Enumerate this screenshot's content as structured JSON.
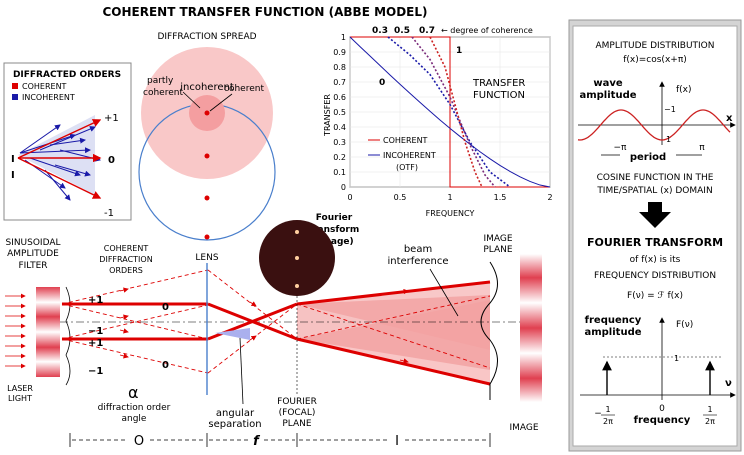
{
  "title": "COHERENT TRANSFER FUNCTION (ABBE MODEL)",
  "diffracted_orders_box": {
    "title": "DIFFRACTED ORDERS",
    "coherent": "COHERENT",
    "incoherent": "INCOHERENT",
    "plus_one": "+1",
    "zero": "0",
    "minus_one": "-1",
    "source": "I"
  },
  "diffraction_spread": {
    "title": "DIFFRACTION SPREAD",
    "incoherent": "incoherent",
    "partly": "partly",
    "coherent_word": "coherent",
    "coherent": "coherent"
  },
  "transfer_chart": {
    "ylabel": "TRANSFER",
    "xlabel": "FREQUENCY",
    "curve_labels": [
      "0.3",
      "0.5",
      "0.7"
    ],
    "degree_note": "← degree of coherence",
    "label_one": "1",
    "label_zero": "0",
    "function_title_1": "TRANSFER",
    "function_title_2": "FUNCTION",
    "legend_coherent": "COHERENT",
    "legend_incoherent": "INCOHERENT",
    "legend_otf": "(OTF)"
  },
  "chart_data": {
    "type": "line",
    "xlabel": "FREQUENCY",
    "ylabel": "TRANSFER",
    "xlim": [
      0,
      2
    ],
    "ylim": [
      0,
      1
    ],
    "x_ticks": [
      "0",
      "0.5",
      "1",
      "1.5",
      "2"
    ],
    "y_ticks": [
      "0",
      "0.1",
      "0.2",
      "0.3",
      "0.4",
      "0.5",
      "0.6",
      "0.7",
      "0.8",
      "0.9",
      "1"
    ],
    "series": [
      {
        "name": "COHERENT",
        "color": "#dd0000",
        "points": [
          [
            0,
            1
          ],
          [
            1,
            1
          ],
          [
            1,
            0
          ],
          [
            2,
            0
          ]
        ]
      },
      {
        "name": "INCOHERENT",
        "color": "#1a1aa8",
        "points": [
          [
            0,
            1
          ],
          [
            0.1,
            0.936
          ],
          [
            0.2,
            0.873
          ],
          [
            0.3,
            0.81
          ],
          [
            0.4,
            0.747
          ],
          [
            0.5,
            0.685
          ],
          [
            0.6,
            0.624
          ],
          [
            0.7,
            0.564
          ],
          [
            0.8,
            0.505
          ],
          [
            0.9,
            0.447
          ],
          [
            1.0,
            0.391
          ],
          [
            1.1,
            0.337
          ],
          [
            1.2,
            0.285
          ],
          [
            1.3,
            0.235
          ],
          [
            1.4,
            0.188
          ],
          [
            1.5,
            0.144
          ],
          [
            1.6,
            0.104
          ],
          [
            1.7,
            0.068
          ],
          [
            1.8,
            0.037
          ],
          [
            1.9,
            0.013
          ],
          [
            2.0,
            0
          ]
        ]
      },
      {
        "name": "0.3",
        "color": "#1a1aa8",
        "points": [
          [
            0.38,
            1
          ],
          [
            0.6,
            0.88
          ],
          [
            0.8,
            0.75
          ],
          [
            1.0,
            0.55
          ],
          [
            1.2,
            0.3
          ],
          [
            1.4,
            0.1
          ],
          [
            1.6,
            0
          ]
        ]
      },
      {
        "name": "0.5",
        "color": "#7a2a7a",
        "points": [
          [
            0.62,
            1
          ],
          [
            0.8,
            0.85
          ],
          [
            1.0,
            0.6
          ],
          [
            1.2,
            0.28
          ],
          [
            1.35,
            0.08
          ],
          [
            1.45,
            0
          ]
        ]
      },
      {
        "name": "0.7",
        "color": "#cc2222",
        "points": [
          [
            0.8,
            1
          ],
          [
            0.95,
            0.8
          ],
          [
            1.05,
            0.55
          ],
          [
            1.15,
            0.3
          ],
          [
            1.25,
            0.1
          ],
          [
            1.32,
            0
          ]
        ]
      }
    ]
  },
  "right_panel": {
    "amplitude_heading": "AMPLITUDE DISTRIBUTION",
    "formula": "f(x)=cos(x+π)",
    "wave": "wave",
    "amplitude": "amplitude",
    "fx": "f(x)",
    "minus_one": "−1",
    "one": "1",
    "x": "x",
    "neg_pi": "−π",
    "pi": "π",
    "period": "period",
    "cosine_1": "COSINE FUNCTION IN THE",
    "cosine_2": "TIME/SPATIAL (x) DOMAIN",
    "fourier_heading": "FOURIER TRANSFORM",
    "of_fx": "of f(x) is its",
    "freq_dist": "FREQUENCY DISTRIBUTION",
    "fv_formula": "F(ν) = ℱ f(x)",
    "frequency": "frequency",
    "amplitude2": "amplitude",
    "fv": "F(ν)",
    "nu": "ν",
    "minus": "−",
    "zero": "0",
    "frequency_axis": "frequency",
    "frac_num": "1",
    "frac_den": "2π"
  },
  "bottom_diagram": {
    "filter_1": "SINUSOIDAL",
    "filter_2": "AMPLITUDE",
    "filter_3": "FILTER",
    "orders_1": "COHERENT",
    "orders_2": "DIFFRACTION",
    "orders_3": "ORDERS",
    "lens": "LENS",
    "fourier_1": "Fourier",
    "fourier_2": "transform",
    "fourier_3": "(image)",
    "beam": "beam",
    "interference": "interference",
    "image_plane_1": "IMAGE",
    "image_plane_2": "PLANE",
    "plus_one": "+1",
    "zero": "0",
    "minus_one": "−1",
    "laser_1": "LASER",
    "laser_2": "LIGHT",
    "alpha": "α",
    "angle_1": "diffraction order",
    "angle_2": "angle",
    "angular_1": "angular",
    "angular_2": "separation",
    "focal_1": "FOURIER",
    "focal_2": "(FOCAL)",
    "focal_3": "PLANE",
    "image": "IMAGE",
    "dist_o": "O",
    "dist_f": "f",
    "dist_i": "I"
  }
}
